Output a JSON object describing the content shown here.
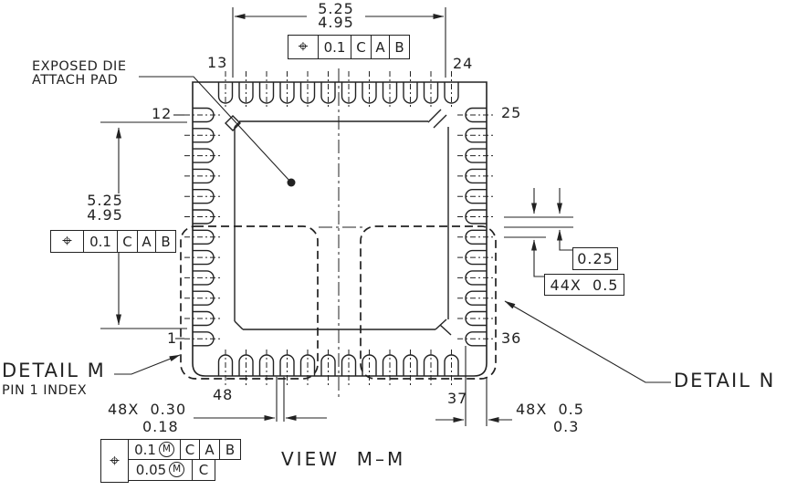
{
  "drawing": {
    "view_title": "VIEW  M–M",
    "labels": {
      "exposed_die_line1": "EXPOSED DIE",
      "exposed_die_line2": "ATTACH PAD",
      "detail_m": "DETAIL M",
      "pin1_index": "PIN 1 INDEX",
      "detail_n": "DETAIL N"
    },
    "pins": {
      "top_left": "13",
      "top_right": "24",
      "left_top": "12",
      "left_bottom": "1",
      "right_top": "25",
      "right_bottom": "36",
      "bottom_left": "48",
      "bottom_right": "37"
    },
    "dimensions": {
      "pad_width_max": "5.25",
      "pad_width_min": "4.95",
      "pad_height_max": "5.25",
      "pad_height_min": "4.95",
      "terminal_edge": "0.25",
      "pitch": "44X  0.5",
      "terminal_width_label": "48X  0.30",
      "terminal_width_min": "0.18",
      "terminal_length_label": "48X  0.5",
      "terminal_length_min": "0.3"
    },
    "fcf_top": {
      "sym": "⌖",
      "tol": "0.1",
      "d1": "C",
      "d2": "A",
      "d3": "B"
    },
    "fcf_left": {
      "sym": "⌖",
      "tol": "0.1",
      "d1": "C",
      "d2": "A",
      "d3": "B"
    },
    "fcf_bottom": {
      "sym": "⌖",
      "row1_tol": "0.1",
      "row1_mod": "M",
      "row1_d1": "C",
      "row1_d2": "A",
      "row1_d3": "B",
      "row2_tol": "0.05",
      "row2_mod": "M",
      "row2_d1": "C"
    },
    "line_color": "#222222"
  }
}
